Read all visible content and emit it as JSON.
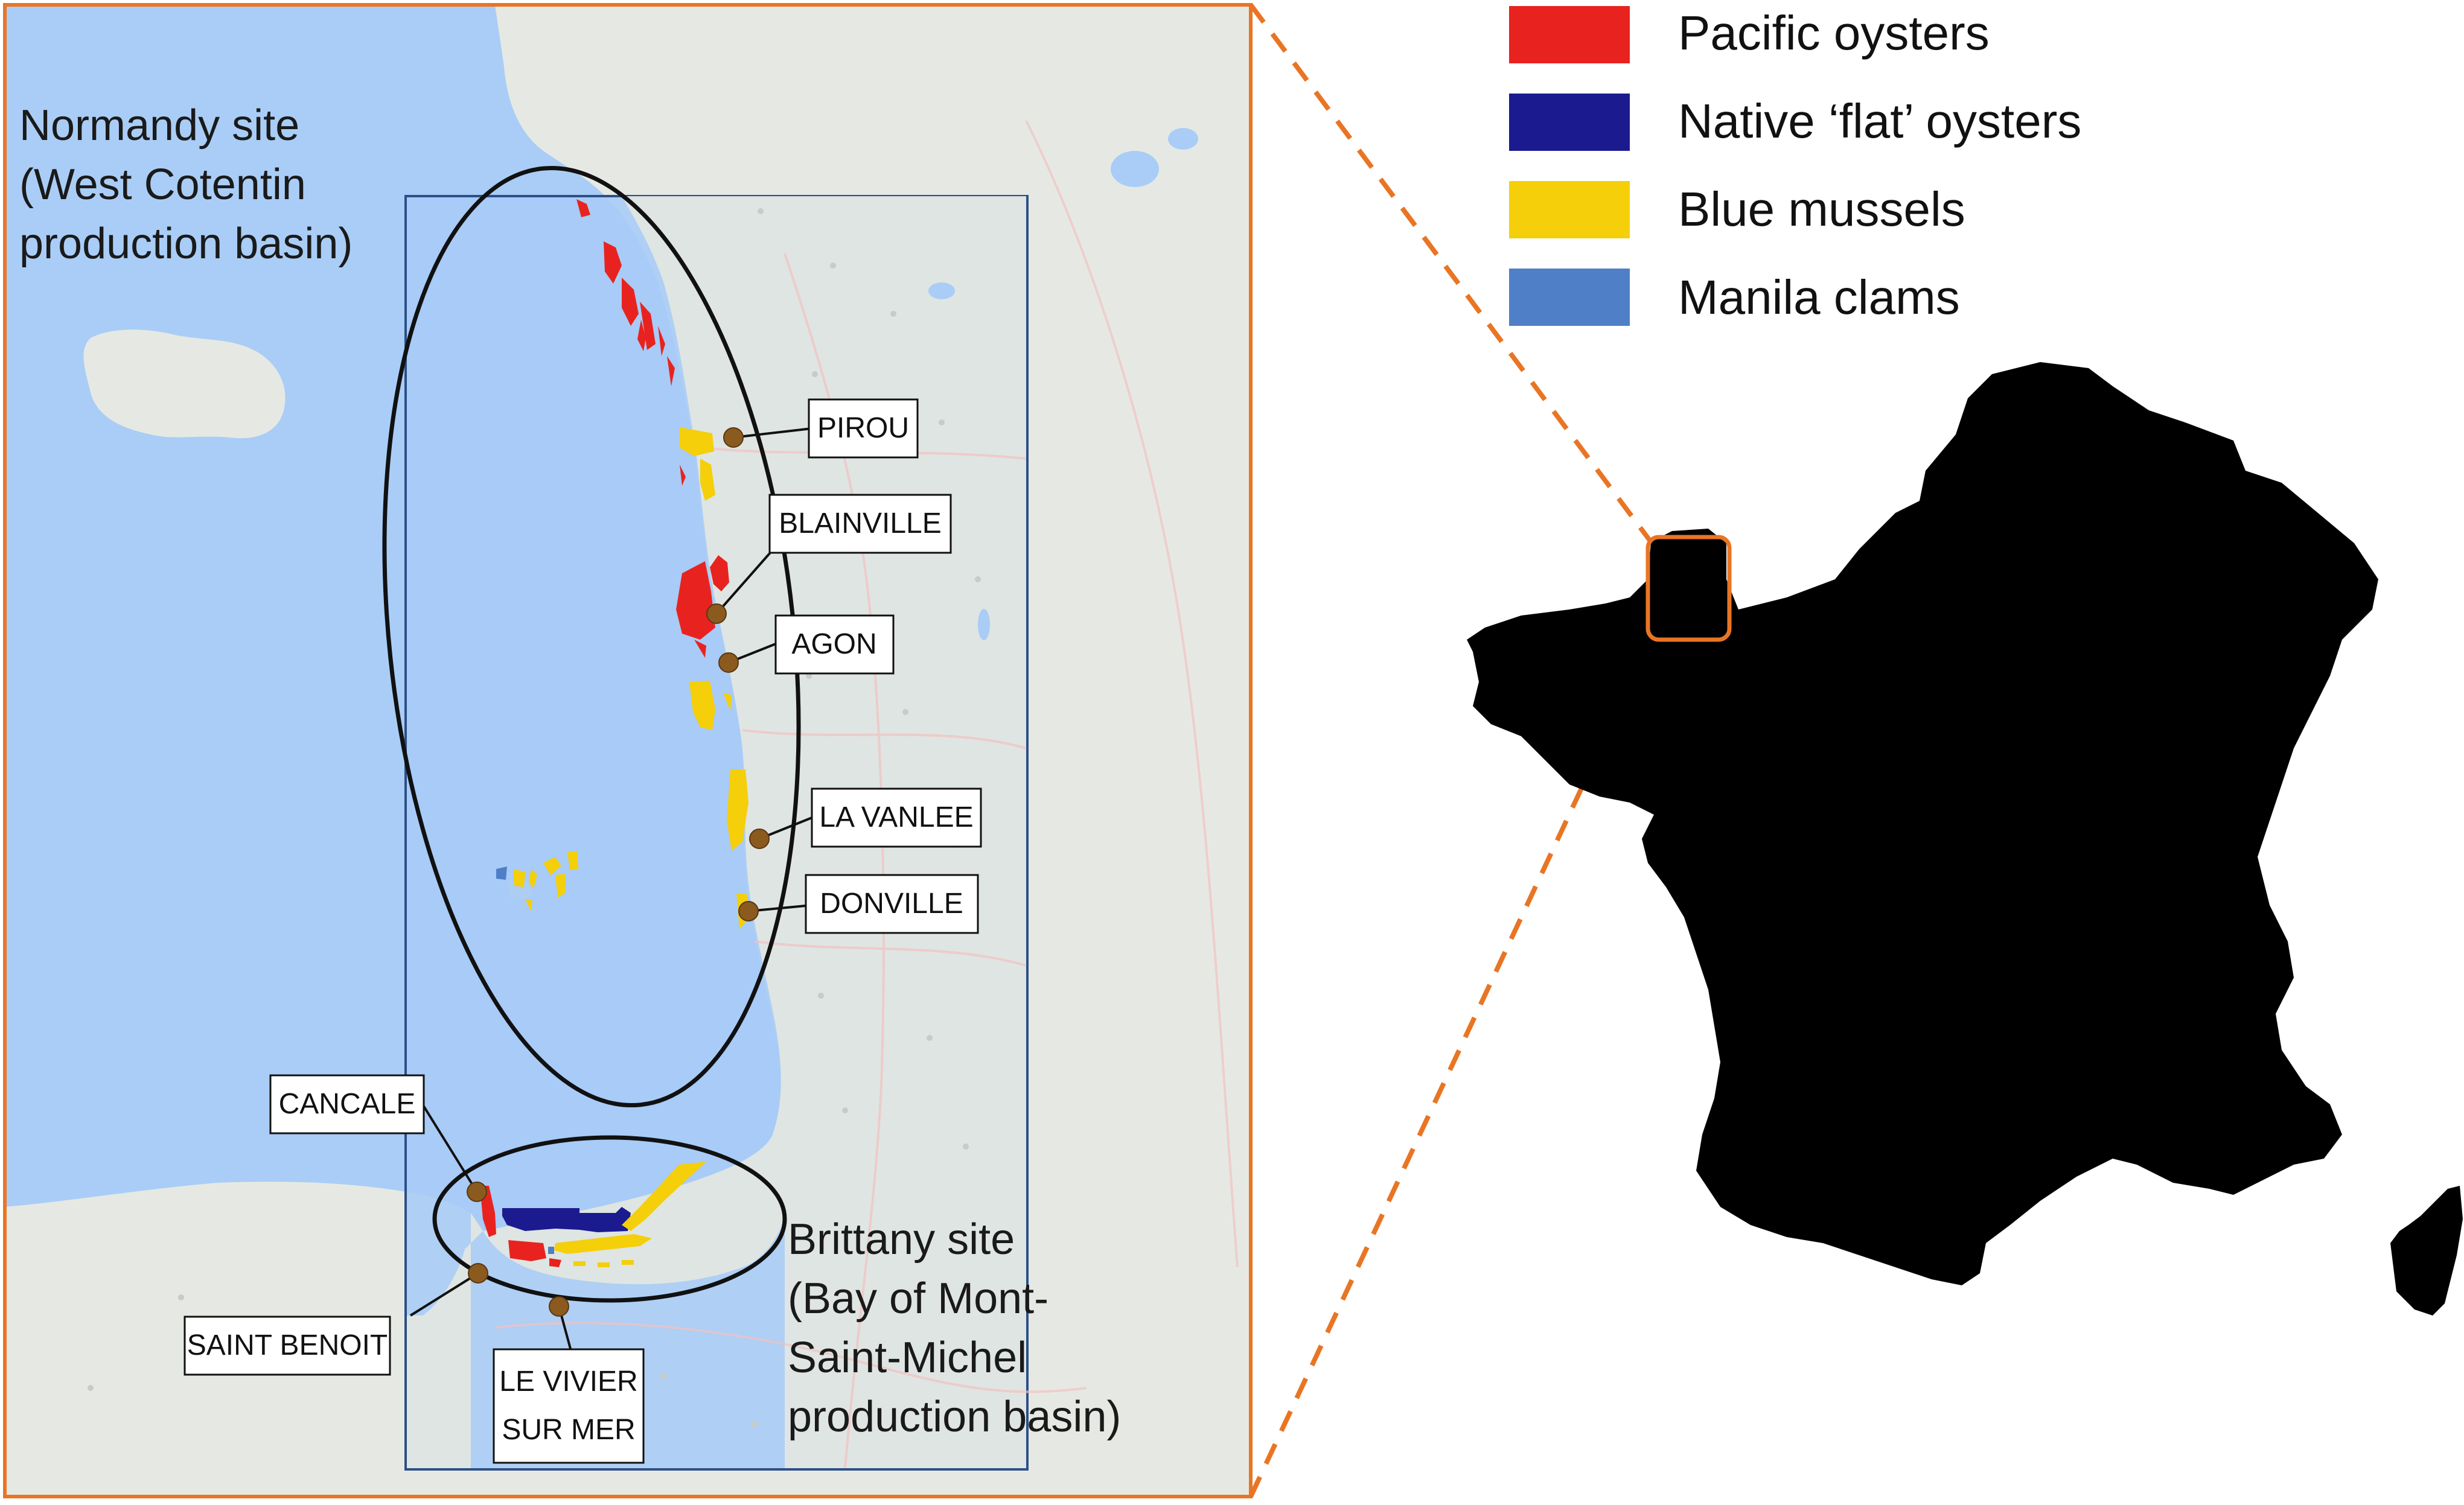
{
  "sites": {
    "normandy": [
      "Normandy site",
      "(West Cotentin",
      "production basin)"
    ],
    "brittany": [
      "Brittany site",
      "(Bay of Mont-",
      "Saint-Michel",
      "production basin)"
    ]
  },
  "locations": {
    "pirou": "PIROU",
    "blainville": "BLAINVILLE",
    "agon": "AGON",
    "la_vanlee": "LA VANLEE",
    "donville": "DONVILLE",
    "cancale": "CANCALE",
    "saint_benoit": "SAINT BENOIT",
    "le_vivier": [
      "LE VIVIER",
      "SUR MER"
    ]
  },
  "legend": [
    {
      "label": "Pacific oysters",
      "color": "#e8231f"
    },
    {
      "label": "Native ‘flat’ oysters",
      "color": "#1b1b8f"
    },
    {
      "label": "Blue mussels",
      "color": "#f4cf0a"
    },
    {
      "label": "Manila clams",
      "color": "#4f7fc6"
    }
  ],
  "colors": {
    "frame": "#e97524",
    "sea": "#a9cdf6",
    "land": "#e6e9e3",
    "study_area": "#a7cbf7",
    "study_border": "#2c4f86",
    "marker": "#8b5a1e",
    "country_fill": "#000000"
  }
}
